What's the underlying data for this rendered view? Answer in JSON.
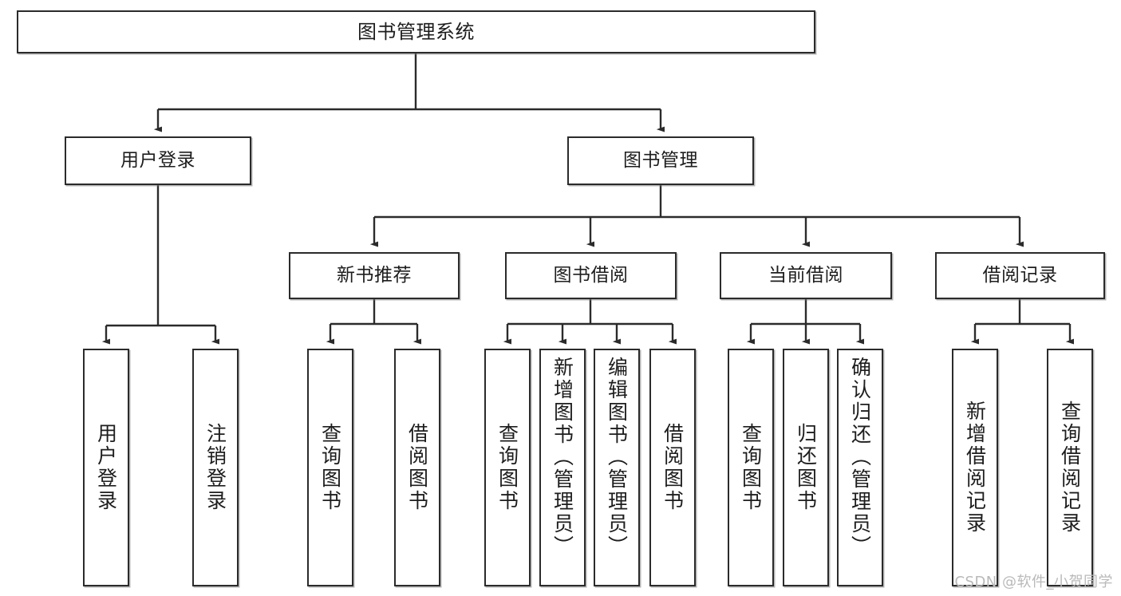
{
  "diagram": {
    "title": "图书管理系统",
    "watermark": "CSDN @软件_小贺同学",
    "colors": {
      "stroke": "#2b2b2b",
      "fill": "#ffffff",
      "shadow": "#9b9b9b",
      "watermark": "#b9b9b9"
    },
    "root": {
      "label": "图书管理系统"
    },
    "level1": [
      {
        "label": "用户登录"
      },
      {
        "label": "图书管理"
      }
    ],
    "level2": [
      {
        "label": "新书推荐"
      },
      {
        "label": "图书借阅"
      },
      {
        "label": "当前借阅"
      },
      {
        "label": "借阅记录"
      }
    ],
    "leaves": {
      "user_login": [
        {
          "label": "用户登录"
        },
        {
          "label": "注销登录"
        }
      ],
      "new_book": [
        {
          "label": "查询图书"
        },
        {
          "label": "借阅图书"
        }
      ],
      "book_borrow": [
        {
          "label": "查询图书"
        },
        {
          "label": "新增图书（管理员）"
        },
        {
          "label": "编辑图书（管理员）"
        },
        {
          "label": "借阅图书"
        }
      ],
      "current_borrow": [
        {
          "label": "查询图书"
        },
        {
          "label": "归还图书"
        },
        {
          "label": "确认归还（管理员）"
        }
      ],
      "borrow_record": [
        {
          "label": "新增借阅记录"
        },
        {
          "label": "查询借阅记录"
        }
      ]
    }
  }
}
